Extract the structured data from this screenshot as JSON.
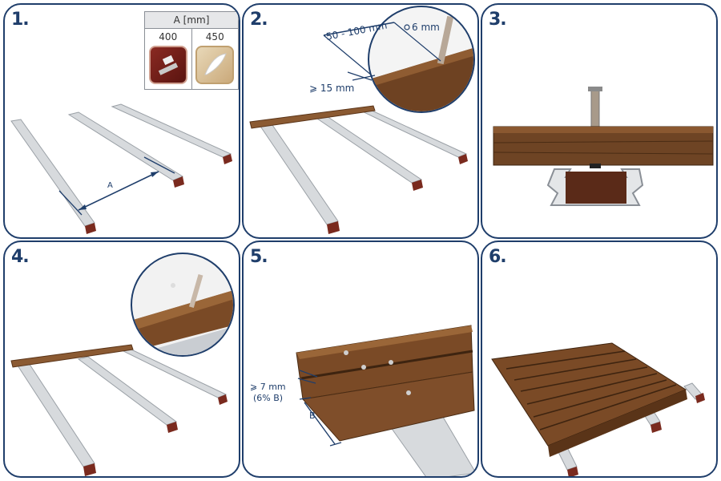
{
  "steps": [
    {
      "number": "1."
    },
    {
      "number": "2."
    },
    {
      "number": "3."
    },
    {
      "number": "4."
    },
    {
      "number": "5."
    },
    {
      "number": "6."
    }
  ],
  "spacing_table": {
    "header": "A [mm]",
    "columns": [
      {
        "value": "400",
        "icon": "hammer-icon"
      },
      {
        "value": "450",
        "icon": "feather-icon"
      }
    ]
  },
  "dimensions": {
    "joist_spacing": "A",
    "overhang": "50 - 100 mm",
    "gap": "6 mm",
    "edge_distance": "⩾ 15 mm",
    "board_gap": "⩾ 7 mm",
    "board_gap_note": "(6% B)",
    "board_width": "B"
  },
  "colors": {
    "frame": "#1f3e6b",
    "wood": "#7a4a26",
    "rail": "#c9cdd2"
  }
}
